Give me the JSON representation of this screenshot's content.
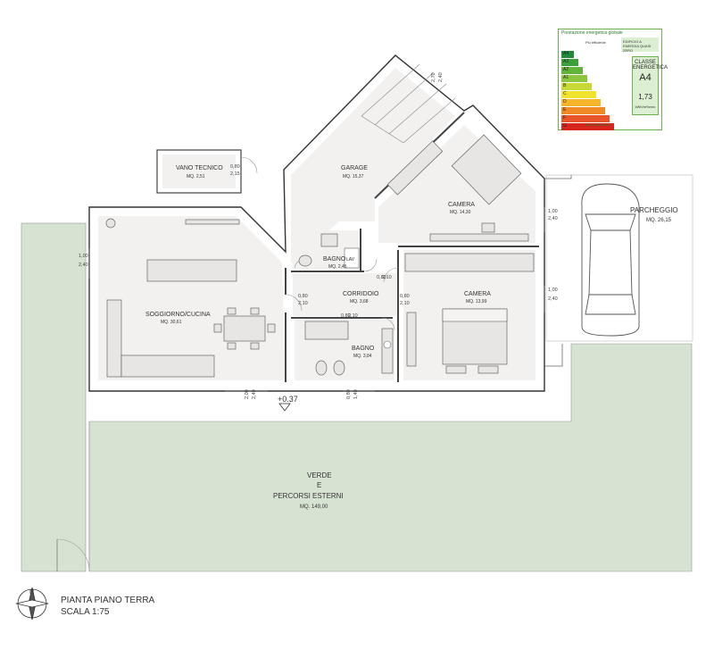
{
  "rooms": {
    "vano_tecnico": {
      "name": "VANO TECNICO",
      "area": "MQ. 2,51"
    },
    "garage": {
      "name": "GARAGE",
      "area": "MQ. 15,37"
    },
    "camera_top": {
      "name": "CAMERA",
      "area": "MQ. 14,30"
    },
    "parcheggio": {
      "name": "PARCHEGGIO",
      "area": "MQ. 26,15"
    },
    "bagno_small": {
      "name": "BAGNO",
      "area": "MQ. 2,45"
    },
    "lav": {
      "name": "LAV"
    },
    "soggiorno": {
      "name": "SOGGIORNO/CUCINA",
      "area": "MQ. 30,61"
    },
    "corridoio": {
      "name": "CORRIDOIO",
      "area": "MQ. 3,68"
    },
    "camera_right": {
      "name": "CAMERA",
      "area": "MQ. 13,99"
    },
    "bagno_main": {
      "name": "BAGNO",
      "area": "MQ. 3,84"
    },
    "verde": {
      "line1": "VERDE",
      "line2": "E",
      "line3": "PERCORSI ESTERNI",
      "area": "MQ. 149,00"
    }
  },
  "elevation": "+0.37",
  "dimensions": {
    "vano_door": [
      "0,80",
      "2,15"
    ],
    "garage_door": [
      "2,70",
      "2,40"
    ],
    "left_window": [
      "1,00",
      "2,40"
    ],
    "camera_top_window": [
      "1,00",
      "2,40"
    ],
    "camera_right_window": [
      "1,00",
      "2,40"
    ],
    "sogg_door": [
      "0,80",
      "2,10"
    ],
    "corr_door_left": [
      "0,80",
      "2,10"
    ],
    "corr_door_right": [
      "0,80",
      "2,10"
    ],
    "bagno_door": [
      "0,80",
      "2,10"
    ],
    "entry_door": [
      "2,00",
      "2,40"
    ],
    "bath_window": [
      "0,80",
      "1,40"
    ]
  },
  "energy_label": {
    "header": "Prestazione energetica globale",
    "top_note": "Più efficiente",
    "top_box": "EDIFICIO A ENERGIA QUASI ZERO",
    "classes": [
      "A4",
      "A3",
      "A2",
      "A1",
      "B",
      "C",
      "D",
      "E",
      "F",
      "G"
    ],
    "class_colors": [
      "#1e8a3a",
      "#3aa03a",
      "#62b33a",
      "#8cc63f",
      "#c8d837",
      "#f0e32e",
      "#f7b52c",
      "#f08a24",
      "#e8552a",
      "#d7261e"
    ],
    "class_title": "CLASSE ENERGETICA",
    "class_value": "A4",
    "value": "1,73",
    "unit": "kWh/m²anno",
    "footer": "Meno efficiente"
  },
  "caption": {
    "line1": "PIANTA PIANO TERRA",
    "line2": "SCALA 1:75"
  },
  "north_arrow": "N"
}
